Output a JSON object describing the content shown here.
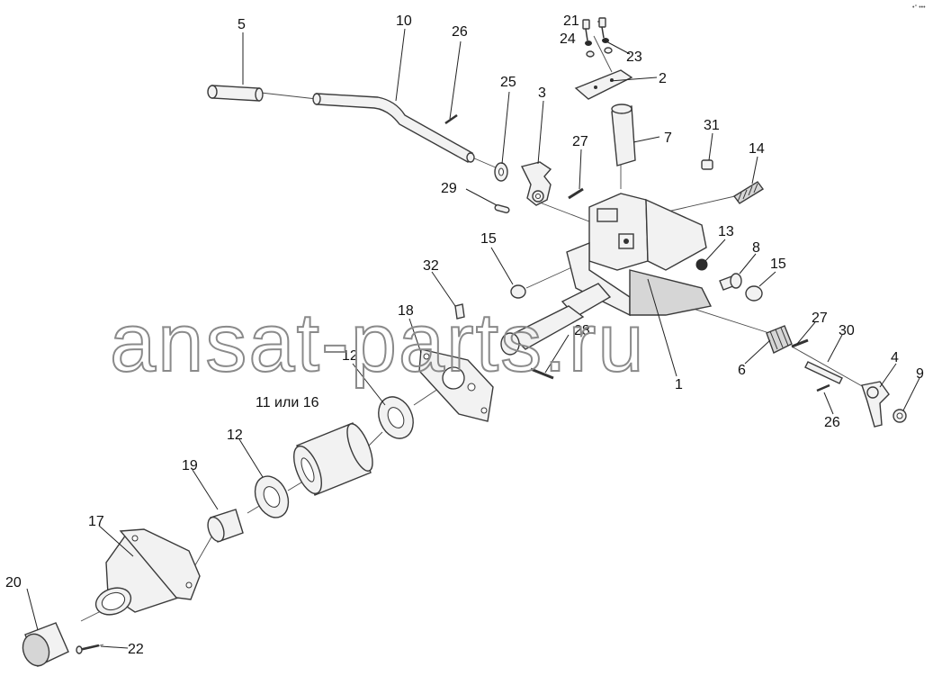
{
  "watermark": "ansat-parts.ru",
  "corner_mark": "•° •••",
  "callouts": {
    "n1": "1",
    "n2": "2",
    "n3": "3",
    "n4": "4",
    "n5": "5",
    "n6": "6",
    "n7": "7",
    "n8": "8",
    "n9": "9",
    "n10": "10",
    "n11_16": "11 или 16",
    "n12a": "12",
    "n12b": "12",
    "n13": "13",
    "n14": "14",
    "n15a": "15",
    "n15b": "15",
    "n17": "17",
    "n18": "18",
    "n19": "19",
    "n20": "20",
    "n21": "21",
    "n22": "22",
    "n23": "23",
    "n24": "24",
    "n25": "25",
    "n26a": "26",
    "n26b": "26",
    "n27a": "27",
    "n27b": "27",
    "n28": "28",
    "n29": "29",
    "n30": "30",
    "n31": "31",
    "n32": "32"
  }
}
